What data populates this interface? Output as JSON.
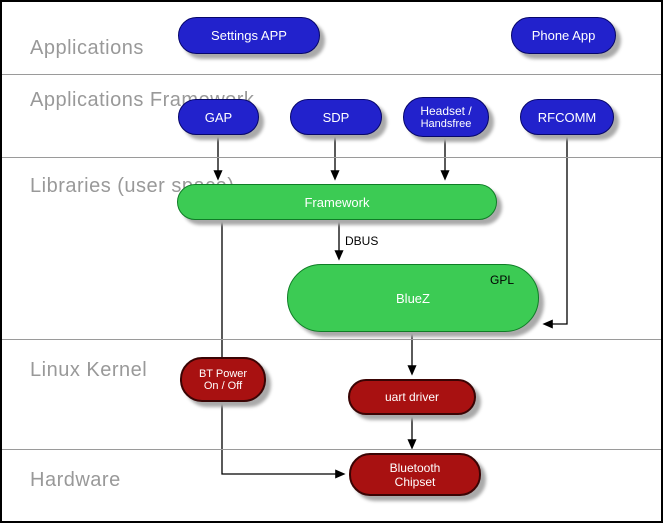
{
  "layers": {
    "applications": "Applications",
    "app_framework_line1": "Applications",
    "app_framework_line2": "Framework",
    "libraries_line1": "Libraries",
    "libraries_line2": "(user space)",
    "linux_kernel": "Linux Kernel",
    "hardware": "Hardware"
  },
  "nodes": {
    "settings_app": "Settings APP",
    "phone_app": "Phone App",
    "gap": "GAP",
    "sdp": "SDP",
    "headset_line1": "Headset /",
    "headset_line2": "Handsfree",
    "rfcomm": "RFCOMM",
    "framework": "Framework",
    "bluez": "BlueZ",
    "gpl_badge": "GPL",
    "bt_power_line1": "BT Power",
    "bt_power_line2": "On / Off",
    "uart_driver": "uart driver",
    "chipset_line1": "Bluetooth",
    "chipset_line2": "Chipset"
  },
  "edge_labels": {
    "dbus": "DBUS"
  },
  "colors": {
    "app_blue": "#2222cc",
    "lib_green": "#3ccb54",
    "kernel_red": "#a81111",
    "shadow_gray": "#aaaaaa",
    "label_gray": "#999999",
    "arrow_black": "#000000"
  }
}
